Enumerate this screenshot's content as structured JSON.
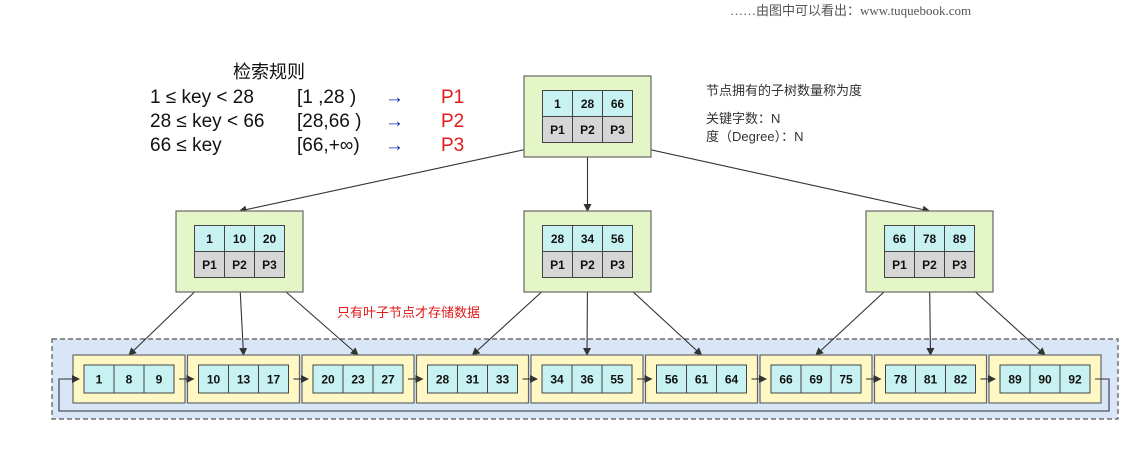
{
  "header": {
    "title": "检索规则"
  },
  "search_rules": [
    {
      "condition": "1  ≤ key < 28",
      "range": "[1 ,28 )",
      "arrow": "→",
      "pointer": "P1"
    },
    {
      "condition": "28 ≤ key < 66",
      "range": "[28,66 )",
      "arrow": "→",
      "pointer": "P2"
    },
    {
      "condition": "66 ≤ key",
      "range": "[66,+∞)",
      "arrow": "→",
      "pointer": "P3"
    }
  ],
  "degree_note": {
    "line1": "节点拥有的子树数量称为度",
    "line2": "关键字数：N",
    "line3": "度（Degree）：N"
  },
  "leaf_note": "只有叶子节点才存储数据",
  "watermark_text": "……由图中可以看出：www.tuquebook.com",
  "tree": {
    "root": {
      "keys": [
        "1",
        "28",
        "66"
      ],
      "pointers": [
        "P1",
        "P2",
        "P3"
      ]
    },
    "internal": [
      {
        "keys": [
          "1",
          "10",
          "20"
        ],
        "pointers": [
          "P1",
          "P2",
          "P3"
        ]
      },
      {
        "keys": [
          "28",
          "34",
          "56"
        ],
        "pointers": [
          "P1",
          "P2",
          "P3"
        ]
      },
      {
        "keys": [
          "66",
          "78",
          "89"
        ],
        "pointers": [
          "P1",
          "P2",
          "P3"
        ]
      }
    ],
    "leaves": [
      [
        "1",
        "8",
        "9"
      ],
      [
        "10",
        "13",
        "17"
      ],
      [
        "20",
        "23",
        "27"
      ],
      [
        "28",
        "31",
        "33"
      ],
      [
        "34",
        "36",
        "55"
      ],
      [
        "56",
        "61",
        "64"
      ],
      [
        "66",
        "69",
        "75"
      ],
      [
        "78",
        "81",
        "82"
      ],
      [
        "89",
        "90",
        "92"
      ]
    ]
  },
  "colors": {
    "key_cell": "#c8f2f2",
    "pointer_cell": "#d6d6d6",
    "node_frame": "#e4f5c8",
    "leaf_frame": "#fff7c4",
    "leaf_zone": "#d8e6f7",
    "rule_pointer": "#e11a1a",
    "rule_arrow": "#1a2aa8"
  }
}
